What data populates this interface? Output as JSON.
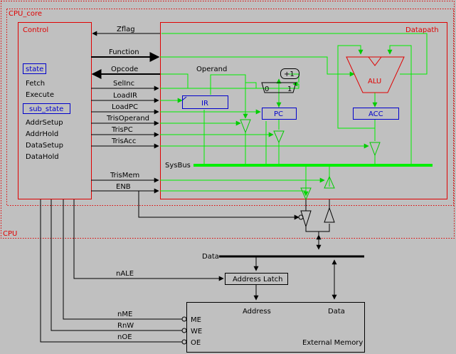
{
  "colors": {
    "background": "#c0c0c0",
    "boundary": "#e00000",
    "block_outline": "#e00000",
    "register_outline": "#0000cc",
    "datapath_bus": "#00ee00",
    "signal_wire": "#000000"
  },
  "regions": {
    "cpu": "CPU",
    "cpu_core": "CPU_core",
    "control": "Control",
    "datapath": "Datapath"
  },
  "control_states": {
    "state": "state",
    "state_items": [
      "Fetch",
      "Execute"
    ],
    "sub_state": "sub_state",
    "sub_state_items": [
      "AddrSetup",
      "AddrHold",
      "DataSetup",
      "DataHold"
    ]
  },
  "signals": {
    "zflag": "Zflag",
    "function": "Function",
    "opcode": "Opcode",
    "selinc": "SelInc",
    "loadir": "LoadIR",
    "loadpc": "LoadPC",
    "trisoperand": "TrisOperand",
    "trispc": "TrisPC",
    "trisacc": "TrisAcc",
    "trismem": "TrisMem",
    "enb": "ENB",
    "operand": "Operand",
    "sysbus": "SysBus"
  },
  "datapath_blocks": {
    "alu": "ALU",
    "ir": "IR",
    "pc": "PC",
    "acc": "ACC",
    "incrementer": "+1",
    "mux_in0": "0",
    "mux_in1": "1"
  },
  "external": {
    "data_bus": "Data",
    "nale": "nALE",
    "address_latch": "Address Latch",
    "nme": "nME",
    "rnw": "RnW",
    "noe": "nOE",
    "memory": "External Memory",
    "address": "Address",
    "data": "Data",
    "me": "ME",
    "we": "WE",
    "oe": "OE"
  }
}
